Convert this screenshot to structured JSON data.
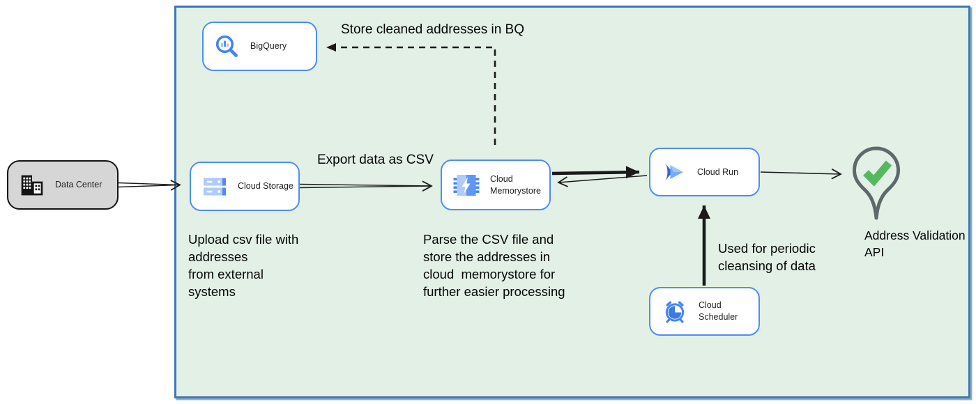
{
  "nodes": {
    "data_center": "Data Center",
    "bigquery": "BigQuery",
    "cloud_storage": "Cloud Storage",
    "cloud_memorystore": "Cloud\nMemorystore",
    "cloud_run": "Cloud Run",
    "cloud_scheduler": "Cloud Scheduler",
    "address_validation_api": "Address Validation\nAPI"
  },
  "annotations": {
    "store_bq": "Store cleaned addresses in BQ",
    "export_csv": "Export data as CSV",
    "upload_note": "Upload csv file with\naddresses\nfrom external\nsystems",
    "parse_note": "Parse the CSV file and\nstore the addresses in\ncloud  memorystore for\nfurther easier processing",
    "periodic_note": "Used for periodic\ncleansing of data"
  },
  "colors": {
    "container_fill": "#e2f0e6",
    "container_border": "#3c79b7",
    "node_border": "#4d8ef5",
    "node_fill": "#ffffff",
    "data_center_fill": "#d6d6d6",
    "icon_blue": "#4285f4",
    "icon_light_blue": "#aecbfa",
    "check_green": "#55b85f",
    "pin_outline": "#5c6a6b",
    "arrow_black": "#1a1a1a"
  }
}
